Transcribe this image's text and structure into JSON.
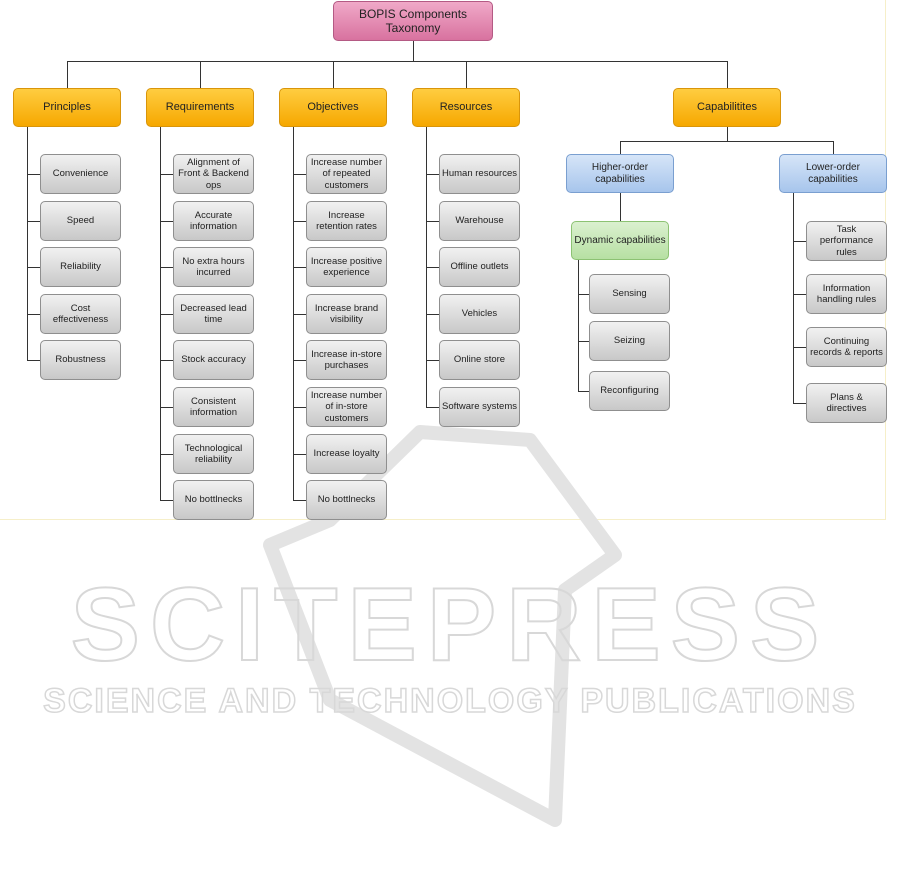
{
  "title": "BOPIS Components Taxonomy",
  "categories": {
    "principles": {
      "label": "Principles",
      "items": [
        "Convenience",
        "Speed",
        "Reliability",
        "Cost effectiveness",
        "Robustness"
      ]
    },
    "requirements": {
      "label": "Requirements",
      "items": [
        "Alignment of Front & Backend ops",
        "Accurate information",
        "No extra hours incurred",
        "Decreased lead time",
        "Stock accuracy",
        "Consistent information",
        "Technological reliability",
        "No bottlnecks"
      ]
    },
    "objectives": {
      "label": "Objectives",
      "items": [
        "Increase number of repeated customers",
        "Increase retention rates",
        "Increase positive experience",
        "Increase brand visibility",
        "Increase in-store purchases",
        "Increase number of in-store customers",
        "Increase loyalty",
        "No bottlnecks"
      ]
    },
    "resources": {
      "label": "Resources",
      "items": [
        "Human resources",
        "Warehouse",
        "Offline outlets",
        "Vehicles",
        "Online store",
        "Software systems"
      ]
    },
    "capabilities": {
      "label": "Capabilitites",
      "higher": {
        "label": "Higher-order capabilities",
        "dynamic": {
          "label": "Dynamic capabilities",
          "items": [
            "Sensing",
            "Seizing",
            "Reconfiguring"
          ]
        }
      },
      "lower": {
        "label": "Lower-order capabilities",
        "items": [
          "Task performance rules",
          "Information handling rules",
          "Continuing records & reports",
          "Plans & directives"
        ]
      }
    }
  },
  "watermark": {
    "line1": "SCITEPRESS",
    "line2": "SCIENCE AND TECHNOLOGY PUBLICATIONS",
    "color": "#d4d4d4"
  },
  "colors": {
    "root": "#e08db2",
    "category": "#f9b616",
    "higher_lower": "#b5cff0",
    "dynamic": "#c4e6b4",
    "leaf": "#d9d9d9",
    "connector": "#333333"
  }
}
